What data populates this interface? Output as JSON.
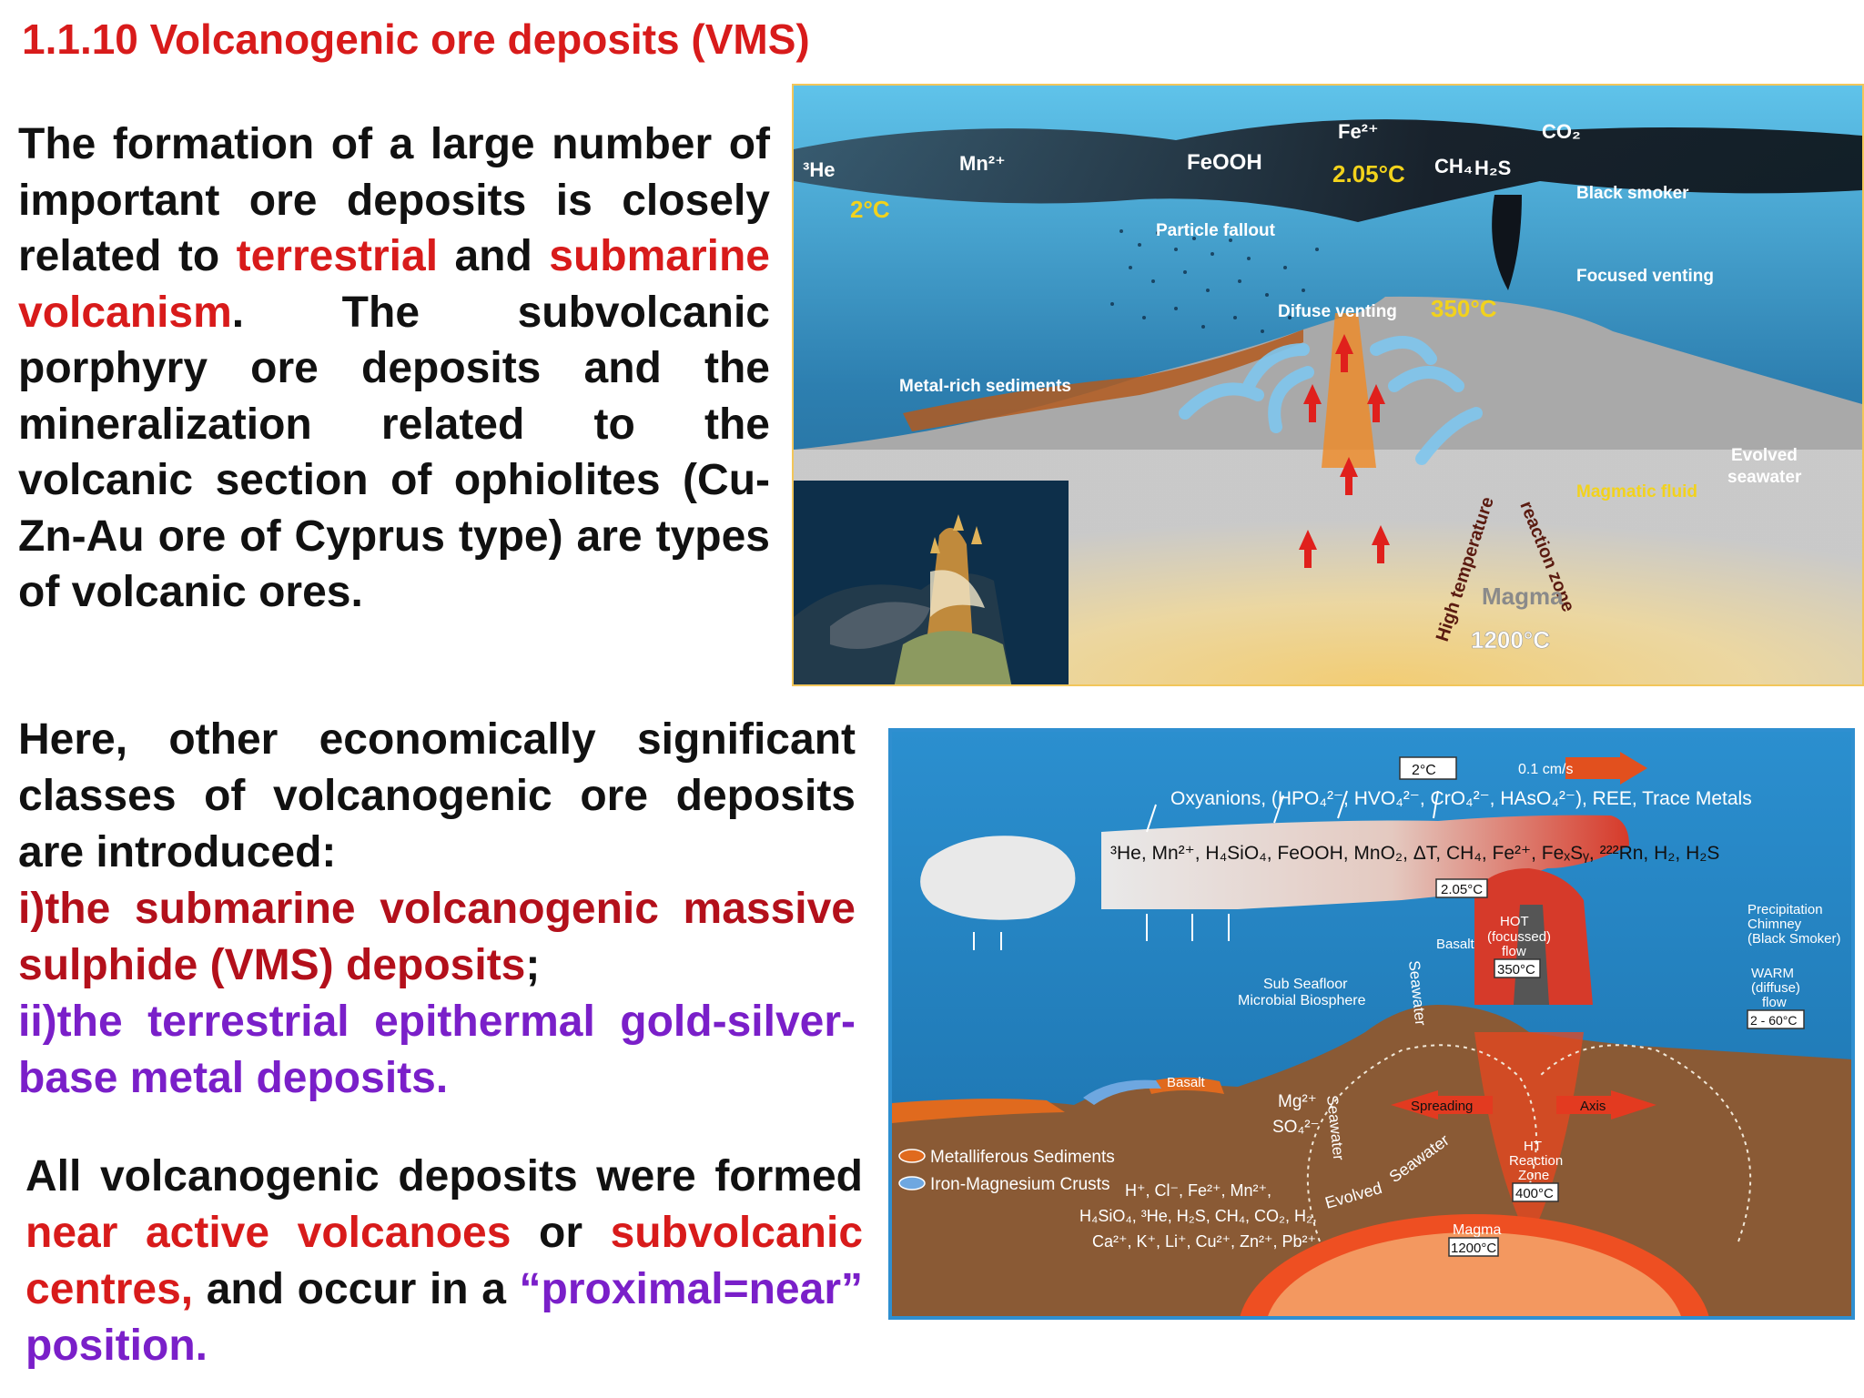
{
  "title": "1.1.10 Volcanogenic ore deposits (VMS)",
  "p1": {
    "a": "The formation of a large number of important ore deposits is closely related to ",
    "terrestrial": "terrestrial",
    "and": " and ",
    "submarine_volcanism": "submarine volcanism",
    "b": ". The subvolcanic porphyry ore deposits and the mineralization related to the volcanic section of ophiolites (Cu-Zn-Au ore of Cyprus type) are types of volcanic ores."
  },
  "p2": {
    "intro": "Here, other economically significant classes of volcanogenic ore deposits are introduced:",
    "item1": "i)the submarine volcanogenic massive sulphide (VMS) deposits",
    "item1_end": ";",
    "item2": "ii)the terrestrial epithermal gold-silver-base metal deposits."
  },
  "p3": {
    "a": "All volcanogenic deposits were formed ",
    "near_active": "near active volcanoes",
    "or": " or ",
    "subvolcanic": "subvolcanic centres,",
    "b": " and occur in a ",
    "proximal": "“proximal=near” position."
  },
  "fig1": {
    "he3": "³He",
    "mn": "Mn²⁺",
    "feooh": "FeOOH",
    "fe": "Fe²⁺",
    "temp_plume": "2.05°C",
    "ch4": "CH₄",
    "h2s": "H₂S",
    "co2": "CO₂",
    "temp_2": "2°C",
    "black_smoker": "Black smoker",
    "particle_fallout": "Particle fallout",
    "focused_venting": "Focused venting",
    "diffuse_venting": "Difuse venting",
    "temp_350": "350°C",
    "metal_rich": "Metal-rich sediments",
    "evolved_seawater_1": "Evolved",
    "evolved_seawater_2": "seawater",
    "magmatic_fluid": "Magmatic fluid",
    "high_temperature": "High temperature",
    "reaction_zone": "reaction zone",
    "magma": "Magma",
    "temp_1200": "1200°C"
  },
  "fig2": {
    "temp_top": "2°C",
    "speed": "0.1 cm/s",
    "oxyanions": "Oxyanions, (HPO₄²⁻, HVO₄²⁻, CrO₄²⁻, HAsO₄²⁻), REE, Trace Metals",
    "plume_species": "³He, Mn²⁺, H₄SiO₄, FeOOH, MnO₂, ΔT, CH₄, Fe²⁺, FeₓSᵧ, ²²²Rn, H₂, H₂S",
    "temp_plume": "2.05°C",
    "hot_1": "HOT",
    "hot_2": "(focussed)",
    "hot_3": "flow",
    "temp_350": "350°C",
    "basalt": "Basalt",
    "precip_1": "Precipitation",
    "precip_2": "Chimney",
    "precip_3": "(Black Smoker)",
    "warm_1": "WARM",
    "warm_2": "(diffuse)",
    "warm_3": "flow",
    "temp_warm": "2 - 60°C",
    "biosphere_1": "Sub Seafloor",
    "biosphere_2": "Microbial Biosphere",
    "seawater": "Seawater",
    "basalt_2": "Basalt",
    "mg": "Mg²⁺",
    "so4": "SO₄²⁻",
    "spreading": "Spreading",
    "axis": "Axis",
    "ht_1": "HT",
    "ht_2": "Reaction",
    "ht_3": "Zone",
    "temp_400": "400°C",
    "legend_1": "Metalliferous Sediments",
    "legend_2": "Iron-Magnesium Crusts",
    "fluid_1": "H⁺, Cl⁻, Fe²⁺, Mn²⁺,",
    "fluid_2": "H₄SiO₄, ³He, H₂S, CH₄, CO₂, H₂,",
    "fluid_3": "Ca²⁺, K⁺, Li⁺, Cu²⁺, Zn²⁺, Pb²⁺",
    "evolved": "Evolved",
    "seawater_2": "Seawater",
    "magma": "Magma",
    "temp_1200": "1200°C"
  }
}
